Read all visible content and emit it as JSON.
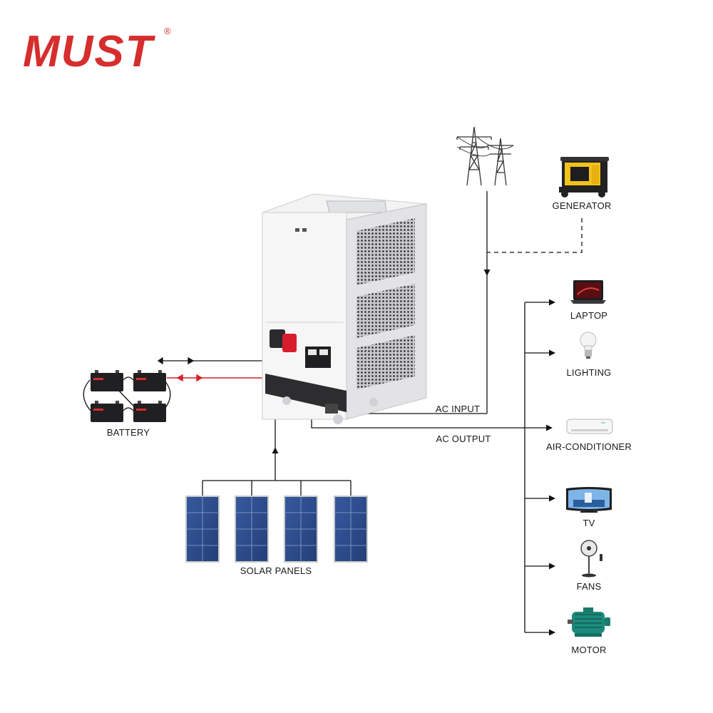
{
  "brand": {
    "name": "MUST",
    "registered_mark": "®",
    "color": "#d62d2d"
  },
  "labels": {
    "generator": "GENERATOR",
    "laptop": "LAPTOP",
    "lighting": "LIGHTING",
    "ac_input": "AC INPUT",
    "ac_output": "AC OUTPUT",
    "air_conditioner": "AIR-CONDITIONER",
    "tv": "TV",
    "fans": "FANS",
    "motor": "MOTOR",
    "battery": "BATTERY",
    "solar_panels": "SOLAR PANELS"
  },
  "colors": {
    "line": "#111111",
    "battery_link": "#d81e2c",
    "cabinet": "#e9e9ea",
    "panel": "#2e4f8f"
  },
  "icons": [
    "power-tower-icon",
    "generator-icon",
    "laptop-icon",
    "light-bulb-icon",
    "air-conditioner-icon",
    "tv-icon",
    "fan-icon",
    "motor-icon",
    "battery-icon",
    "solar-panel-icon",
    "inverter-cabinet"
  ]
}
